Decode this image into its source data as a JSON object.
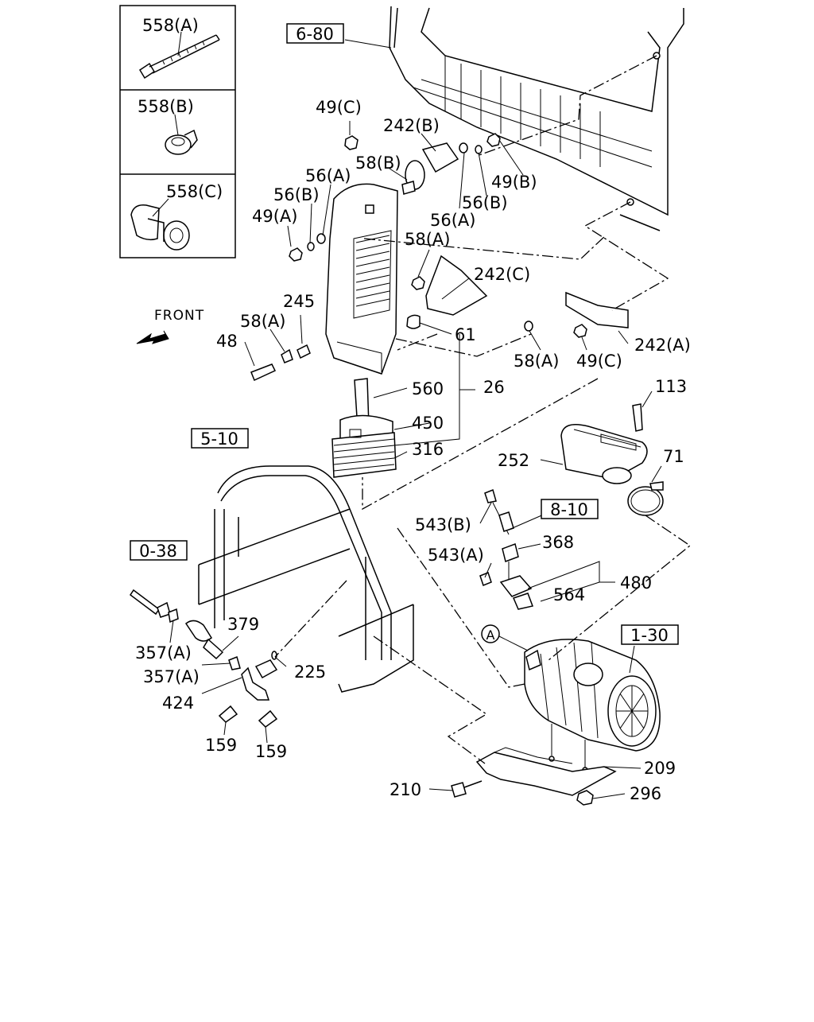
{
  "front_label": "FRONT",
  "circle_ref": "A",
  "ref_boxes": [
    "6-80",
    "5-10",
    "0-38",
    "8-10",
    "1-30"
  ],
  "inset_labels": [
    "558(A)",
    "558(B)",
    "558(C)"
  ],
  "callouts": {
    "c49C_top": "49(C)",
    "c242B": "242(B)",
    "c58B": "58(B)",
    "c56A_top": "56(A)",
    "c56B_left": "56(B)",
    "c49A": "49(A)",
    "c49B": "49(B)",
    "c56B_right": "56(B)",
    "c56A_right": "56(A)",
    "c58A_mid": "58(A)",
    "c242C": "242(C)",
    "c245": "245",
    "c58A_left": "58(A)",
    "c48": "48",
    "c61": "61",
    "c242A": "242(A)",
    "c58A_low": "58(A)",
    "c49C_low": "49(C)",
    "c560": "560",
    "c26": "26",
    "c450": "450",
    "c316": "316",
    "c113": "113",
    "c252": "252",
    "c71": "71",
    "c543B": "543(B)",
    "c368": "368",
    "c543A": "543(A)",
    "c480": "480",
    "c564": "564",
    "c379": "379",
    "c357A_1": "357(A)",
    "c357A_2": "357(A)",
    "c225": "225",
    "c424": "424",
    "c159_1": "159",
    "c159_2": "159",
    "c209": "209",
    "c210": "210",
    "c296": "296"
  }
}
